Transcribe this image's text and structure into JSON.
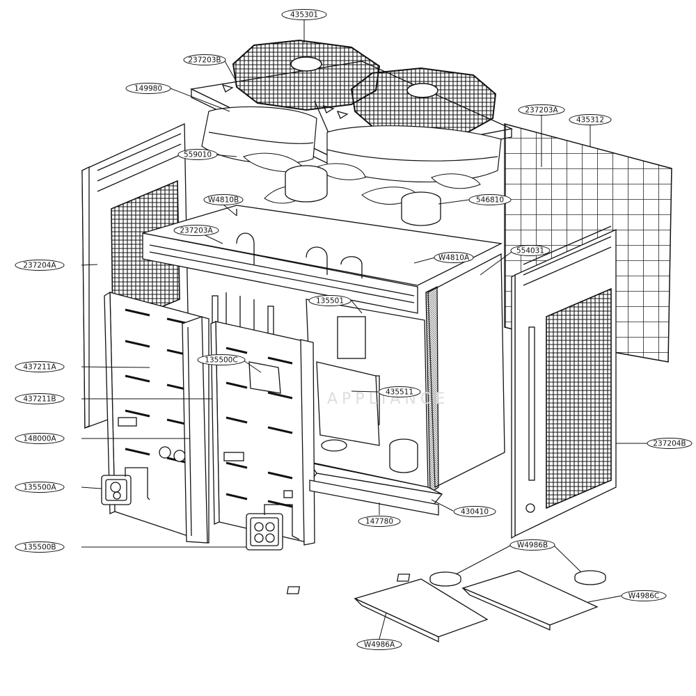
{
  "background": "#ffffff",
  "line_color": "#111111",
  "callouts": {
    "c435301": "435301",
    "c237203B": "237203B",
    "c149980": "149980",
    "c237203A_top": "237203A",
    "c435312": "435312",
    "c559010": "559010",
    "cW4810B": "W4810B",
    "c546810": "546810",
    "c237203A_mid": "237203A",
    "cW4810A": "W4810A",
    "c554031": "554031",
    "c237204A": "237204A",
    "c135501": "135501",
    "c135500C": "135500C",
    "c437211A": "437211A",
    "c435511": "435511",
    "c437211B": "437211B",
    "c148000A": "148000A",
    "c237204B": "237204B",
    "c135500A": "135500A",
    "c430410": "430410",
    "c147780": "147780",
    "c135500B": "135500B",
    "cW4986B": "W4986B",
    "cW4986C": "W4986C",
    "cW4986A": "W4986A"
  },
  "watermark": "APPLIANCE"
}
